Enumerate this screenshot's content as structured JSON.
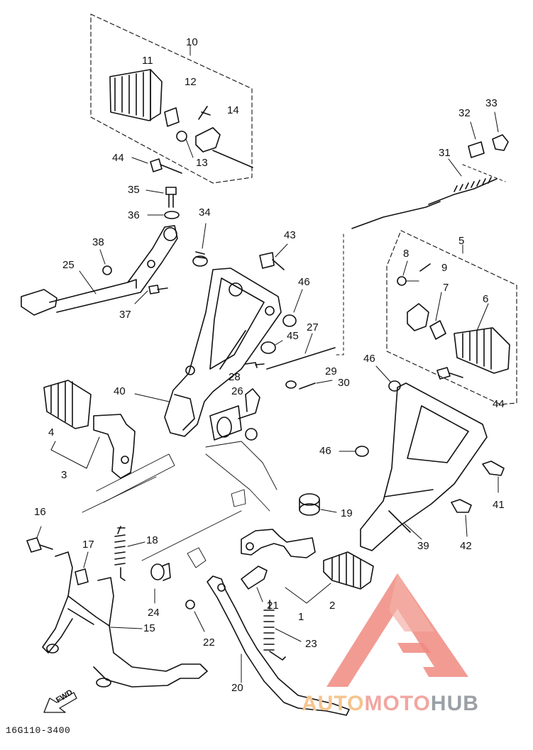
{
  "diagram": {
    "code": "16G110-3400",
    "forward_marker": "FWD",
    "callouts": [
      {
        "id": "c10",
        "label": "10"
      },
      {
        "id": "c11",
        "label": "11"
      },
      {
        "id": "c12",
        "label": "12"
      },
      {
        "id": "c14",
        "label": "14"
      },
      {
        "id": "c13",
        "label": "13"
      },
      {
        "id": "c44a",
        "label": "44"
      },
      {
        "id": "c35",
        "label": "35"
      },
      {
        "id": "c36",
        "label": "36"
      },
      {
        "id": "c34",
        "label": "34"
      },
      {
        "id": "c38",
        "label": "38"
      },
      {
        "id": "c25",
        "label": "25"
      },
      {
        "id": "c37",
        "label": "37"
      },
      {
        "id": "c43",
        "label": "43"
      },
      {
        "id": "c46a",
        "label": "46"
      },
      {
        "id": "c45",
        "label": "45"
      },
      {
        "id": "c27",
        "label": "27"
      },
      {
        "id": "c28",
        "label": "28"
      },
      {
        "id": "c26",
        "label": "26"
      },
      {
        "id": "c29",
        "label": "29"
      },
      {
        "id": "c30",
        "label": "30"
      },
      {
        "id": "c40",
        "label": "40"
      },
      {
        "id": "c32",
        "label": "32"
      },
      {
        "id": "c33",
        "label": "33"
      },
      {
        "id": "c31",
        "label": "31"
      },
      {
        "id": "c5",
        "label": "5"
      },
      {
        "id": "c8",
        "label": "8"
      },
      {
        "id": "c9",
        "label": "9"
      },
      {
        "id": "c7",
        "label": "7"
      },
      {
        "id": "c6",
        "label": "6"
      },
      {
        "id": "c46b",
        "label": "46"
      },
      {
        "id": "c44b",
        "label": "44"
      },
      {
        "id": "c46c",
        "label": "46"
      },
      {
        "id": "c41",
        "label": "41"
      },
      {
        "id": "c42",
        "label": "42"
      },
      {
        "id": "c39",
        "label": "39"
      },
      {
        "id": "c19",
        "label": "19"
      },
      {
        "id": "c4",
        "label": "4"
      },
      {
        "id": "c3",
        "label": "3"
      },
      {
        "id": "c16",
        "label": "16"
      },
      {
        "id": "c17",
        "label": "17"
      },
      {
        "id": "c18",
        "label": "18"
      },
      {
        "id": "c24",
        "label": "24"
      },
      {
        "id": "c15",
        "label": "15"
      },
      {
        "id": "c22",
        "label": "22"
      },
      {
        "id": "c21",
        "label": "21"
      },
      {
        "id": "c23",
        "label": "23"
      },
      {
        "id": "c20",
        "label": "20"
      },
      {
        "id": "c1",
        "label": "1"
      },
      {
        "id": "c2",
        "label": "2"
      }
    ]
  },
  "watermark": {
    "part1": "AUTO",
    "part2": "MOTO",
    "part3": "HUB",
    "color_auto": "#f6c48e",
    "color_moto": "#f2a6a0",
    "color_hub": "#9aa0a6",
    "logo_color": "#f08a80"
  }
}
